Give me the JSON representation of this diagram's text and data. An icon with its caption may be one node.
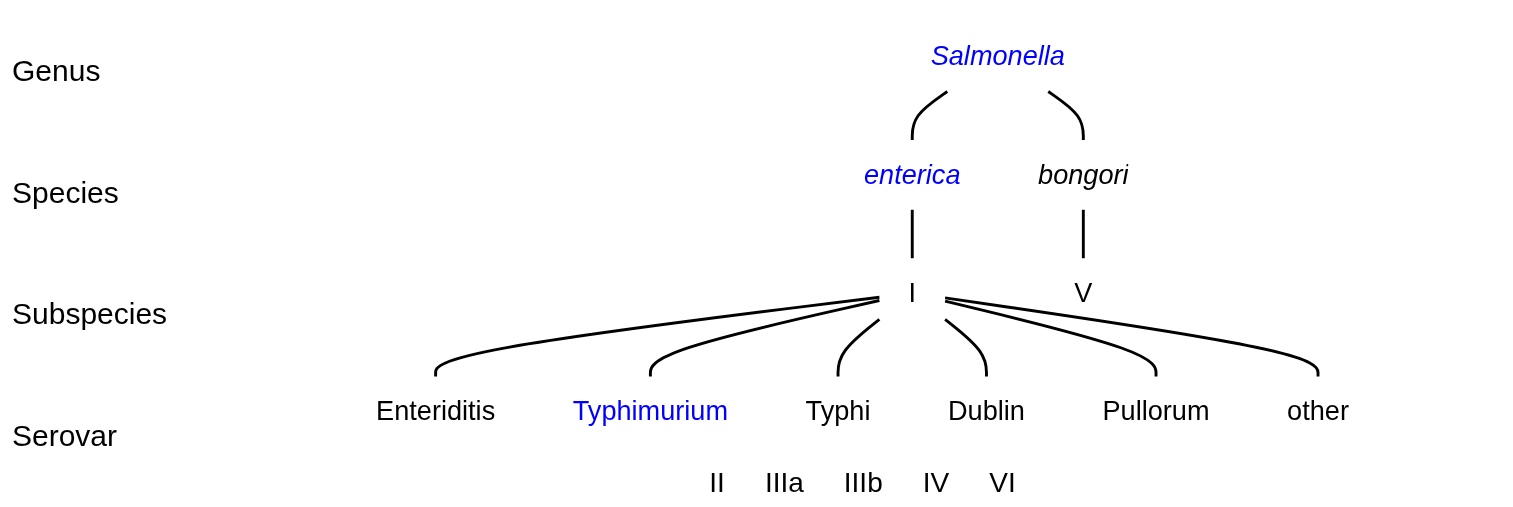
{
  "diagram": {
    "nodes": [
      {
        "text": [
          "Salmonella"
        ]
      },
      {
        "text": [
          "enterica"
        ]
      },
      {
        "text": [
          "bongori"
        ]
      },
      {
        "text": [
          "I"
        ]
      },
      {
        "text": [
          "V"
        ]
      },
      {
        "text": [
          "Enteriditis"
        ]
      },
      {
        "text": [
          "Typhimurium"
        ]
      },
      {
        "text": [
          "Typhi"
        ]
      },
      {
        "text": [
          "Dublin"
        ]
      },
      {
        "text": [
          "Pullorum"
        ]
      },
      {
        "text": [
          "other"
        ]
      }
    ],
    "edges": [
      {
        "from": 0,
        "to": 1,
        "arrow": "none"
      },
      {
        "from": 0,
        "to": 2,
        "arrow": "none"
      },
      {
        "from": 1,
        "to": 3,
        "arrow": "none"
      },
      {
        "from": 2,
        "to": 4,
        "arrow": "none"
      },
      {
        "from": 3,
        "to": 5,
        "arrow": "none"
      },
      {
        "from": 3,
        "to": 6,
        "arrow": "none"
      },
      {
        "from": 3,
        "to": 7,
        "arrow": "none"
      },
      {
        "from": 3,
        "to": 8,
        "arrow": "none"
      },
      {
        "from": 3,
        "to": 9,
        "arrow": "none"
      },
      {
        "from": 3,
        "to": 10,
        "arrow": "none"
      }
    ],
    "labels": [
      "Genus",
      "Species",
      "Subspecies",
      "II",
      "IIIa",
      "IIIb",
      "IV",
      "VI",
      "Serovar"
    ]
  }
}
